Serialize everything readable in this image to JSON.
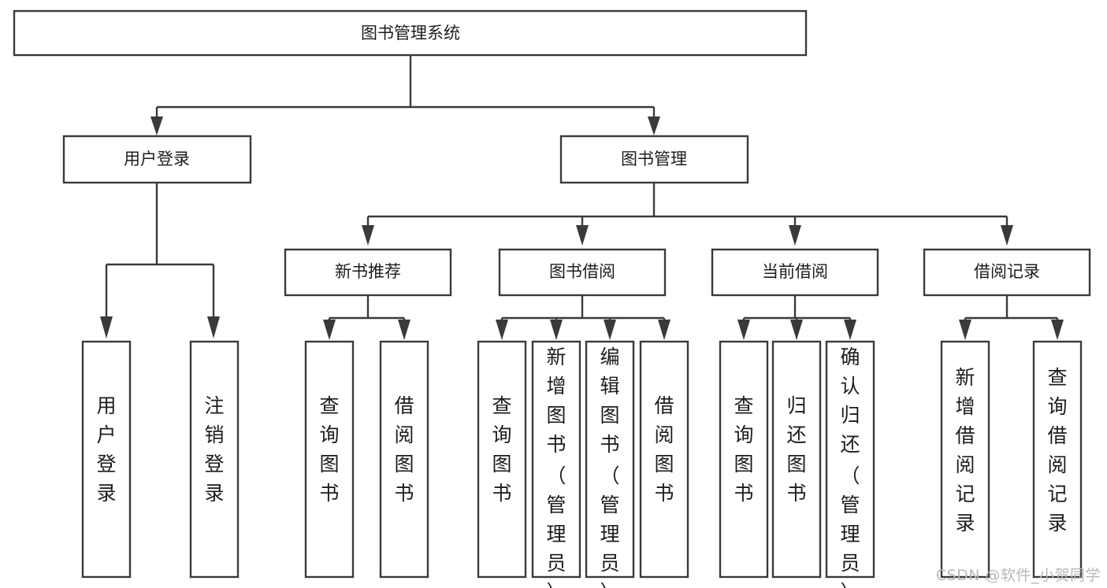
{
  "diagram": {
    "type": "tree",
    "title": "图书管理系统",
    "watermark": "CSDN @软件_小贺同学",
    "colors": {
      "stroke": "#3a3a3a",
      "fill": "#ffffff",
      "text": "#1c1c1c",
      "watermark": "#b8b8b8",
      "background": "#ffffff"
    },
    "nodes": {
      "root": {
        "label": "图书管理系统",
        "level": 0,
        "orientation": "horizontal"
      },
      "l1_user_login": {
        "label": "用户登录",
        "level": 1,
        "orientation": "horizontal"
      },
      "l1_book_manage": {
        "label": "图书管理",
        "level": 1,
        "orientation": "horizontal"
      },
      "l2_new_book_rec": {
        "label": "新书推荐",
        "level": 2,
        "orientation": "horizontal"
      },
      "l2_book_borrow": {
        "label": "图书借阅",
        "level": 2,
        "orientation": "horizontal"
      },
      "l2_current_borrow": {
        "label": "当前借阅",
        "level": 2,
        "orientation": "horizontal"
      },
      "l2_borrow_record": {
        "label": "借阅记录",
        "level": 2,
        "orientation": "horizontal"
      },
      "leaf_user_login": {
        "label": "用户登录",
        "level": 3,
        "orientation": "vertical"
      },
      "leaf_logout": {
        "label": "注销登录",
        "level": 3,
        "orientation": "vertical"
      },
      "leaf_query_book_1": {
        "label": "查询图书",
        "level": 3,
        "orientation": "vertical"
      },
      "leaf_borrow_book_1": {
        "label": "借阅图书",
        "level": 3,
        "orientation": "vertical"
      },
      "leaf_query_book_2": {
        "label": "查询图书",
        "level": 3,
        "orientation": "vertical"
      },
      "leaf_add_book": {
        "label": "新增图书（管理员）",
        "level": 3,
        "orientation": "vertical"
      },
      "leaf_edit_book": {
        "label": "编辑图书（管理员）",
        "level": 3,
        "orientation": "vertical"
      },
      "leaf_borrow_book_2": {
        "label": "借阅图书",
        "level": 3,
        "orientation": "vertical"
      },
      "leaf_query_book_3": {
        "label": "查询图书",
        "level": 3,
        "orientation": "vertical"
      },
      "leaf_return_book": {
        "label": "归还图书",
        "level": 3,
        "orientation": "vertical"
      },
      "leaf_confirm_return": {
        "label": "确认归还（管理员）",
        "level": 3,
        "orientation": "vertical"
      },
      "leaf_add_record": {
        "label": "新增借阅记录",
        "level": 3,
        "orientation": "vertical"
      },
      "leaf_query_record": {
        "label": "查询借阅记录",
        "level": 3,
        "orientation": "vertical"
      }
    },
    "edges": [
      {
        "from": "root",
        "to": "l1_user_login"
      },
      {
        "from": "root",
        "to": "l1_book_manage"
      },
      {
        "from": "l1_user_login",
        "to": "leaf_user_login"
      },
      {
        "from": "l1_user_login",
        "to": "leaf_logout"
      },
      {
        "from": "l1_book_manage",
        "to": "l2_new_book_rec"
      },
      {
        "from": "l1_book_manage",
        "to": "l2_book_borrow"
      },
      {
        "from": "l1_book_manage",
        "to": "l2_current_borrow"
      },
      {
        "from": "l1_book_manage",
        "to": "l2_borrow_record"
      },
      {
        "from": "l2_new_book_rec",
        "to": "leaf_query_book_1"
      },
      {
        "from": "l2_new_book_rec",
        "to": "leaf_borrow_book_1"
      },
      {
        "from": "l2_book_borrow",
        "to": "leaf_query_book_2"
      },
      {
        "from": "l2_book_borrow",
        "to": "leaf_add_book"
      },
      {
        "from": "l2_book_borrow",
        "to": "leaf_edit_book"
      },
      {
        "from": "l2_book_borrow",
        "to": "leaf_borrow_book_2"
      },
      {
        "from": "l2_current_borrow",
        "to": "leaf_query_book_3"
      },
      {
        "from": "l2_current_borrow",
        "to": "leaf_return_book"
      },
      {
        "from": "l2_current_borrow",
        "to": "leaf_confirm_return"
      },
      {
        "from": "l2_borrow_record",
        "to": "leaf_add_record"
      },
      {
        "from": "l2_borrow_record",
        "to": "leaf_query_record"
      }
    ]
  }
}
